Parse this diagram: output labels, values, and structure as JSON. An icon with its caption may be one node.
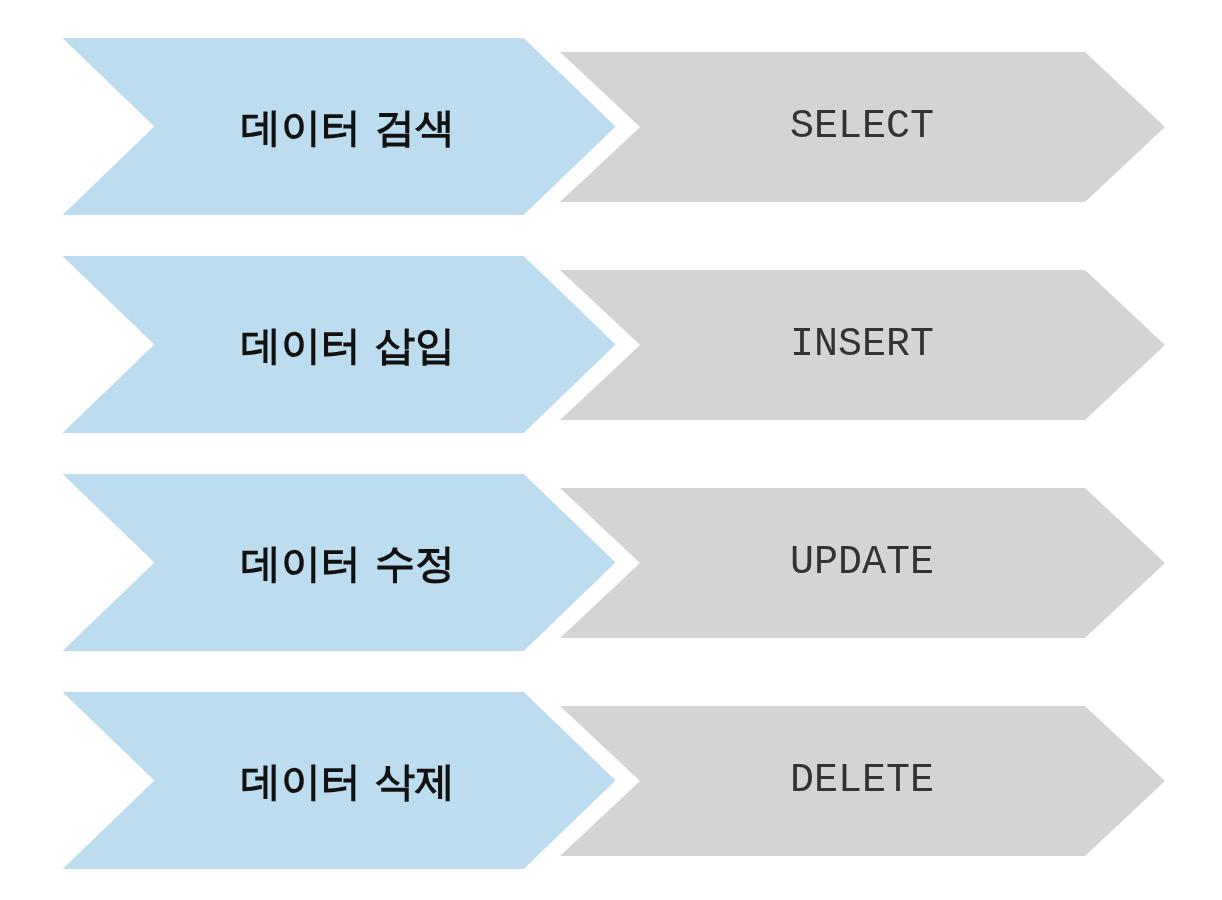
{
  "diagram": {
    "nodes": [
      {
        "text": [
          "데이터 검색"
        ]
      },
      {
        "text": [
          "SELECT"
        ]
      },
      {
        "text": [
          "데이터 삽입"
        ]
      },
      {
        "text": [
          "INSERT"
        ]
      },
      {
        "text": [
          "데이터 수정"
        ]
      },
      {
        "text": [
          "UPDATE"
        ]
      },
      {
        "text": [
          "데이터 삭제"
        ]
      },
      {
        "text": [
          "DELETE"
        ]
      }
    ]
  }
}
